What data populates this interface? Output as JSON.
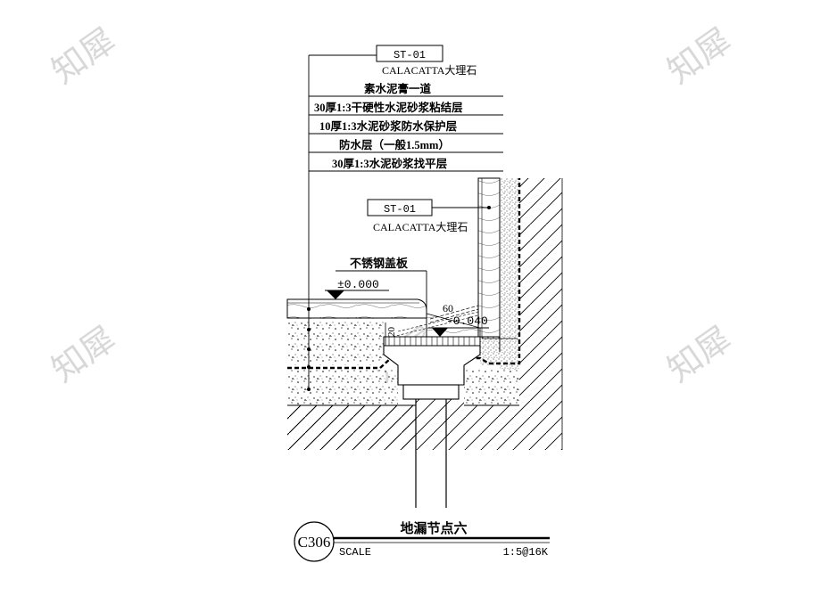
{
  "watermark": "知犀",
  "top_callout": {
    "tag": "ST-01",
    "layers": [
      "CALACATTA大理石",
      "素水泥膏一道",
      "30厚1:3干硬性水泥砂浆粘结层",
      "10厚1:3水泥砂浆防水保护层",
      "防水层（一般1.5mm）",
      "30厚1:3水泥砂浆找平层"
    ]
  },
  "wall_callout": {
    "tag": "ST-01",
    "material": "CALACATTA大理石"
  },
  "cover_label": "不锈钢盖板",
  "levels": {
    "floor": "±0.000",
    "drain": "-0.040"
  },
  "dims": {
    "gap": "60",
    "height": "20"
  },
  "title_block": {
    "detail_no": "C306",
    "title": "地漏节点六",
    "scale_label": "SCALE",
    "scale_value": "1:5@16K"
  }
}
